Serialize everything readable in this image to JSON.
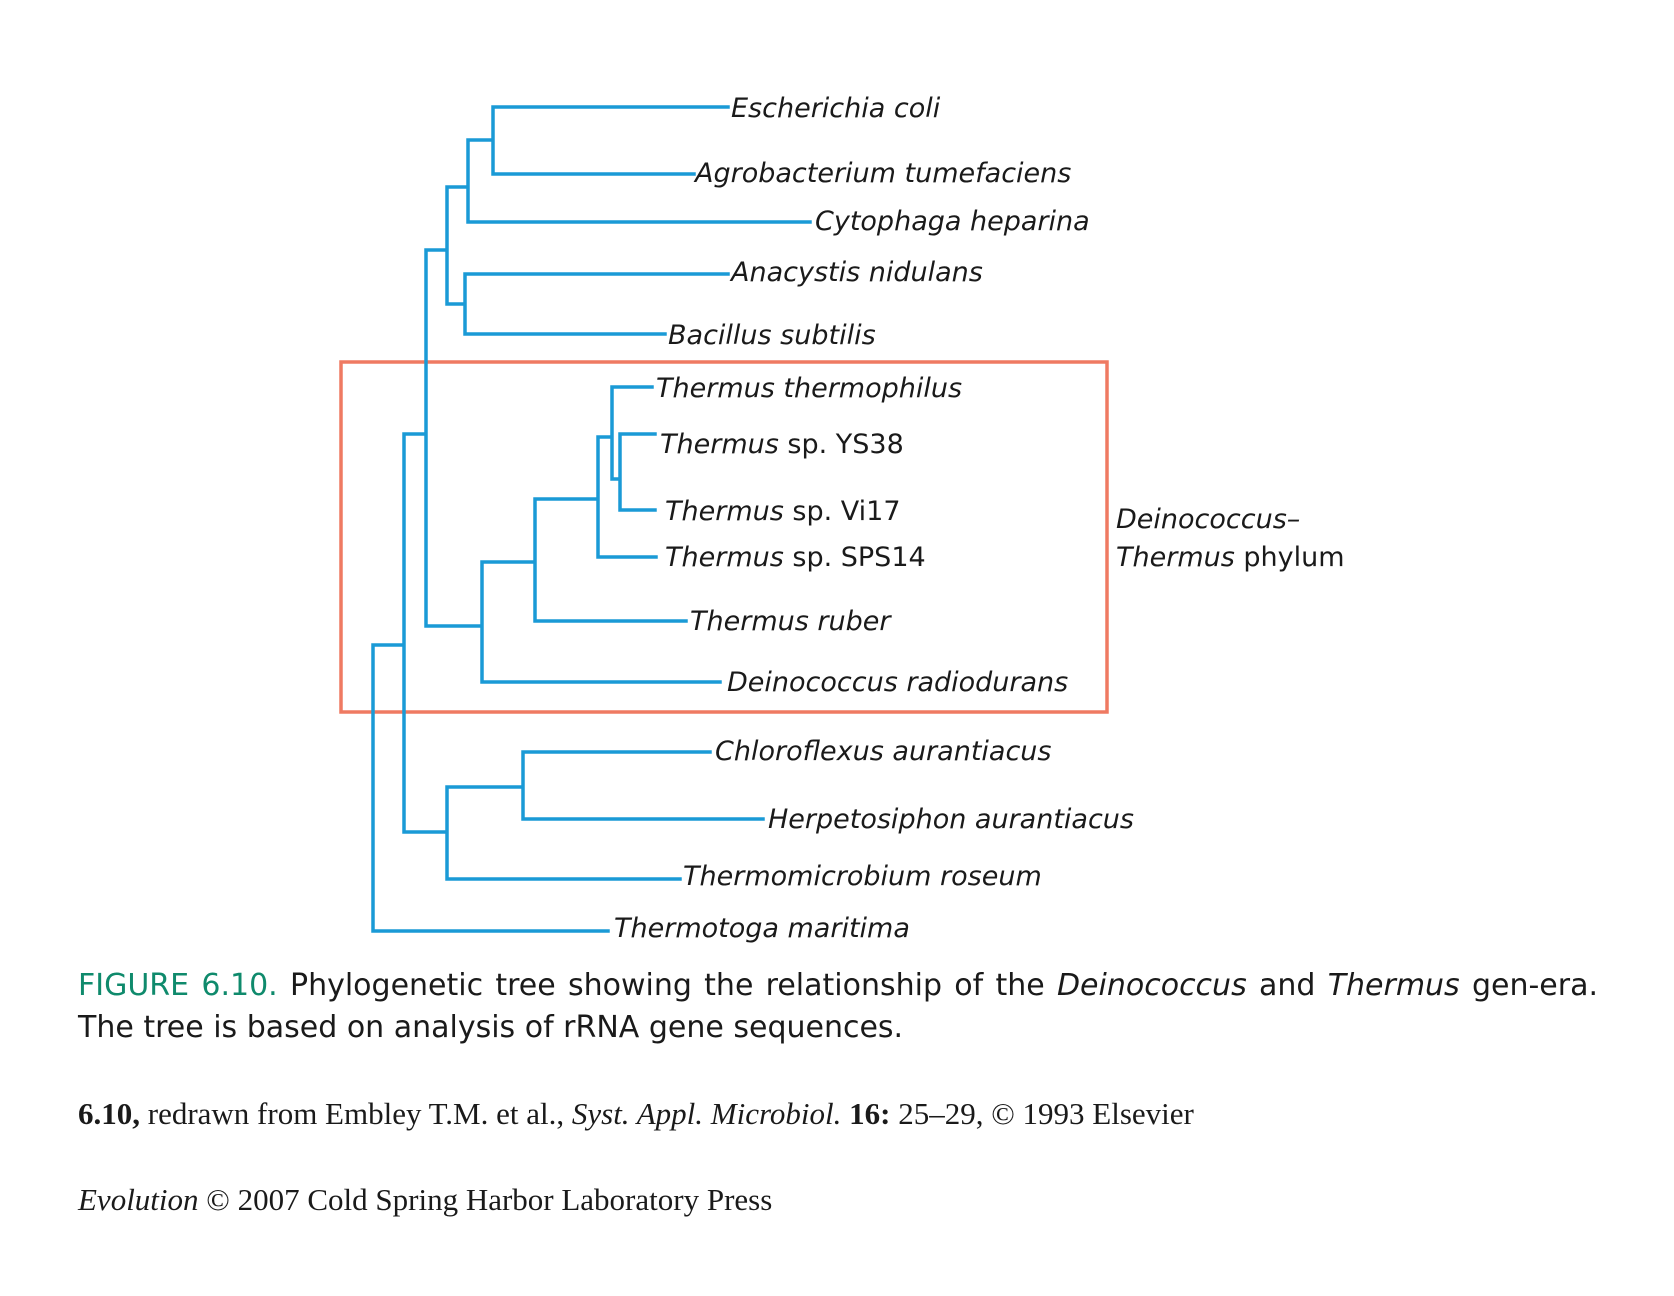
{
  "tree": {
    "branch_color": "#1a9ad6",
    "highlight_color": "#ef7a62",
    "taxa": [
      {
        "genus": "Escherichia coli",
        "suffix": ""
      },
      {
        "genus": "Agrobacterium tumefaciens",
        "suffix": ""
      },
      {
        "genus": "Cytophaga heparina",
        "suffix": ""
      },
      {
        "genus": "Anacystis nidulans",
        "suffix": ""
      },
      {
        "genus": "Bacillus subtilis",
        "suffix": ""
      },
      {
        "genus": "Thermus thermophilus",
        "suffix": ""
      },
      {
        "genus": "Thermus",
        "suffix": " sp. YS38"
      },
      {
        "genus": "Thermus",
        "suffix": " sp. Vi17"
      },
      {
        "genus": "Thermus",
        "suffix": " sp. SPS14"
      },
      {
        "genus": "Thermus ruber",
        "suffix": ""
      },
      {
        "genus": "Deinococcus radiodurans",
        "suffix": ""
      },
      {
        "genus": "Chloroflexus aurantiacus",
        "suffix": ""
      },
      {
        "genus": "Herpetosiphon aurantiacus",
        "suffix": ""
      },
      {
        "genus": "Thermomicrobium roseum",
        "suffix": ""
      },
      {
        "genus": "Thermotoga maritima",
        "suffix": ""
      }
    ],
    "phylum_label": {
      "line1": "Deinococcus–",
      "line2_italic": "Thermus",
      "line2_rest": " phylum"
    }
  },
  "caption": {
    "label": "FIGURE 6.10.",
    "text_1": " Phylogenetic tree showing the relationship of the ",
    "genus_1": "Deinococcus",
    "text_2": " and ",
    "genus_2": "Thermus",
    "text_3": " gen-era. The tree is based on analysis of rRNA gene sequences."
  },
  "credit": {
    "number": "6.10,",
    "text_1": " redrawn from Embley T.M. et al., ",
    "journal": "Syst. Appl. Microbiol.",
    "text_2": " ",
    "volume": "16:",
    "text_3": " 25–29, © 1993 Elsevier"
  },
  "copyright": {
    "book": "Evolution",
    "text": " © 2007 Cold Spring Harbor Laboratory Press"
  }
}
